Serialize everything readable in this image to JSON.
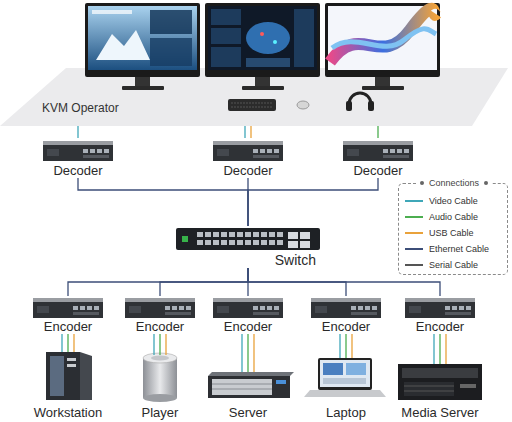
{
  "diagram": {
    "nodes": [
      {
        "text": [
          "KVM Operator"
        ]
      },
      {
        "text": [
          "Decoder"
        ]
      },
      {
        "text": [
          "Decoder"
        ]
      },
      {
        "text": [
          "Decoder"
        ]
      },
      {
        "text": [
          "Switch"
        ]
      },
      {
        "text": [
          "Encoder"
        ]
      },
      {
        "text": [
          "Encoder"
        ]
      },
      {
        "text": [
          "Encoder"
        ]
      },
      {
        "text": [
          "Encoder"
        ]
      },
      {
        "text": [
          "Encoder"
        ]
      },
      {
        "text": [
          "Workstation"
        ]
      },
      {
        "text": [
          "Player"
        ]
      },
      {
        "text": [
          "Server"
        ]
      },
      {
        "text": [
          "Laptop"
        ]
      },
      {
        "text": [
          "Media Server"
        ]
      }
    ],
    "edges": [
      {
        "from": 0,
        "to": 1,
        "arrow": "none"
      },
      {
        "from": 0,
        "to": 2,
        "arrow": "none"
      },
      {
        "from": 0,
        "to": 3,
        "arrow": "none"
      },
      {
        "from": 1,
        "to": 4,
        "arrow": "none"
      },
      {
        "from": 2,
        "to": 4,
        "arrow": "none"
      },
      {
        "from": 3,
        "to": 4,
        "arrow": "none"
      },
      {
        "from": 4,
        "to": 5,
        "arrow": "none"
      },
      {
        "from": 4,
        "to": 6,
        "arrow": "none"
      },
      {
        "from": 4,
        "to": 7,
        "arrow": "none"
      },
      {
        "from": 4,
        "to": 8,
        "arrow": "none"
      },
      {
        "from": 4,
        "to": 9,
        "arrow": "none"
      },
      {
        "from": 5,
        "to": 10,
        "arrow": "none"
      },
      {
        "from": 6,
        "to": 11,
        "arrow": "none"
      },
      {
        "from": 7,
        "to": 12,
        "arrow": "none"
      },
      {
        "from": 8,
        "to": 13,
        "arrow": "none"
      },
      {
        "from": 9,
        "to": 14,
        "arrow": "none"
      }
    ],
    "labels": [
      "Connections"
    ],
    "legend": [
      {
        "text": "Video Cable",
        "color": "#3fa7b8"
      },
      {
        "text": "Audio Cable",
        "color": "#4cae50"
      },
      {
        "text": "USB Cable",
        "color": "#e9a23b"
      },
      {
        "text": "Ethernet Cable",
        "color": "#3c4e78"
      },
      {
        "text": "Serial Cable",
        "color": "#555555"
      }
    ]
  }
}
